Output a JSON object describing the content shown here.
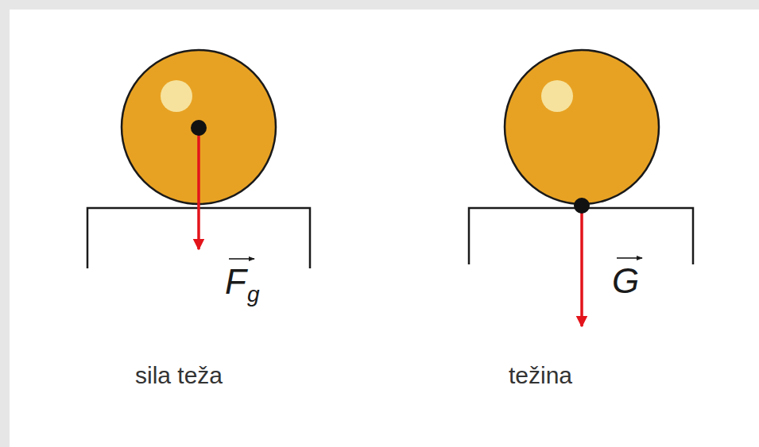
{
  "diagram": {
    "labels": [
      "F",
      "g",
      "G",
      "sila teža",
      "težina"
    ]
  }
}
